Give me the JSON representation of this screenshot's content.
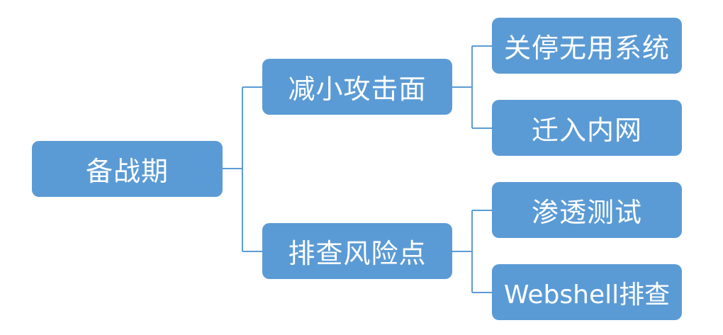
{
  "colors": {
    "node_fill": "#5b9bd5",
    "connector": "#5b9bd5",
    "node_text": "#ffffff"
  },
  "root": {
    "label": "备战期"
  },
  "branches": [
    {
      "label": "减小攻击面",
      "children": [
        {
          "label": "关停无用系统"
        },
        {
          "label": "迁入内网"
        }
      ]
    },
    {
      "label": "排查风险点",
      "children": [
        {
          "label": "渗透测试"
        },
        {
          "label": "Webshell排查"
        }
      ]
    }
  ]
}
